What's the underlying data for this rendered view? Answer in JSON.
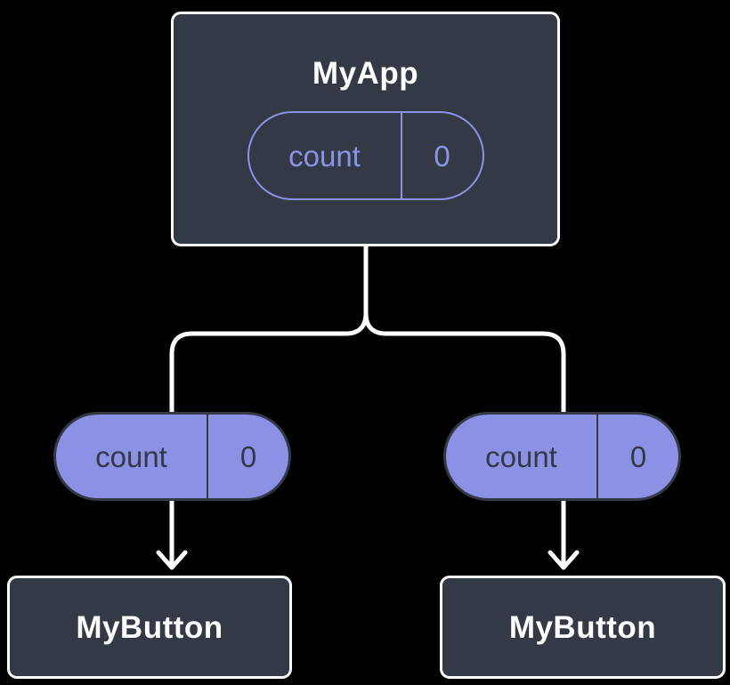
{
  "diagram": {
    "description": "React component tree showing state lifted to a parent component and passed down as props",
    "background_color": "#000000",
    "colors": {
      "node_fill": "#333945",
      "node_border": "#ffffff",
      "node_text": "#ffffff",
      "state_pill_stroke": "#8a93e8",
      "state_pill_text": "#8a93e8",
      "prop_pill_fill": "#8b91e5",
      "prop_pill_border": "#333945",
      "prop_pill_text": "#333945",
      "connector": "#ffffff"
    },
    "root_node": {
      "title": "MyApp",
      "state_pill": {
        "name": "count",
        "value": "0"
      }
    },
    "left_branch": {
      "prop_pill": {
        "name": "count",
        "value": "0"
      },
      "node": {
        "title": "MyButton"
      }
    },
    "right_branch": {
      "prop_pill": {
        "name": "count",
        "value": "0"
      },
      "node": {
        "title": "MyButton"
      }
    }
  }
}
